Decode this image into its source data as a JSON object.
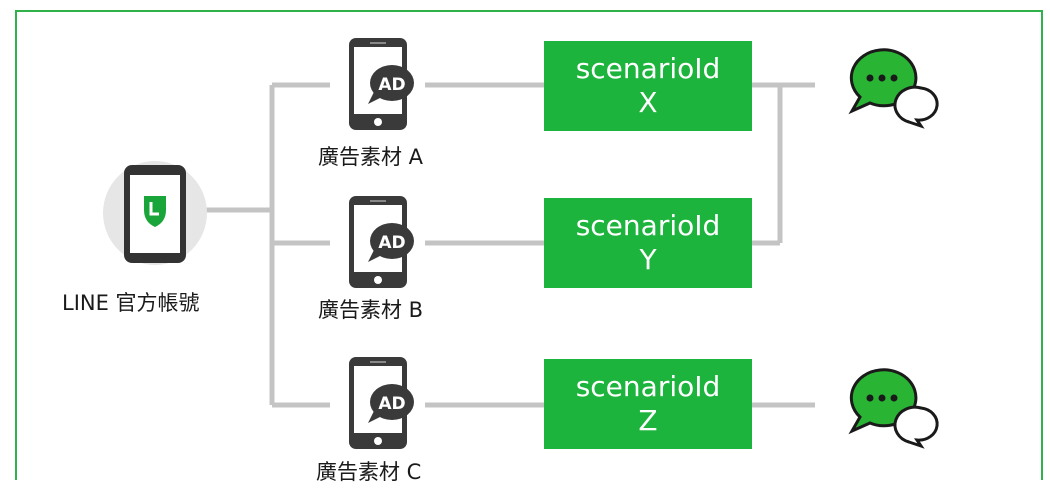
{
  "account": {
    "label": "LINE 官方帳號"
  },
  "ads": [
    {
      "badge": "AD",
      "label": "廣告素材 A"
    },
    {
      "badge": "AD",
      "label": "廣告素材 B"
    },
    {
      "badge": "AD",
      "label": "廣告素材 C"
    }
  ],
  "scenarios": [
    {
      "title": "scenarioId",
      "id": "X"
    },
    {
      "title": "scenarioId",
      "id": "Y"
    },
    {
      "title": "scenarioId",
      "id": "Z"
    }
  ],
  "colors": {
    "frame": "#2fb24a",
    "scenario_fill": "#1db43d",
    "connector": "#c4c4c4",
    "phone": "#3a3a3a",
    "chat_green": "#29b533",
    "line_shield": "#1aa53a"
  },
  "icons": [
    "line-account-phone-icon",
    "ad-phone-icon",
    "chat-bubbles-icon"
  ]
}
